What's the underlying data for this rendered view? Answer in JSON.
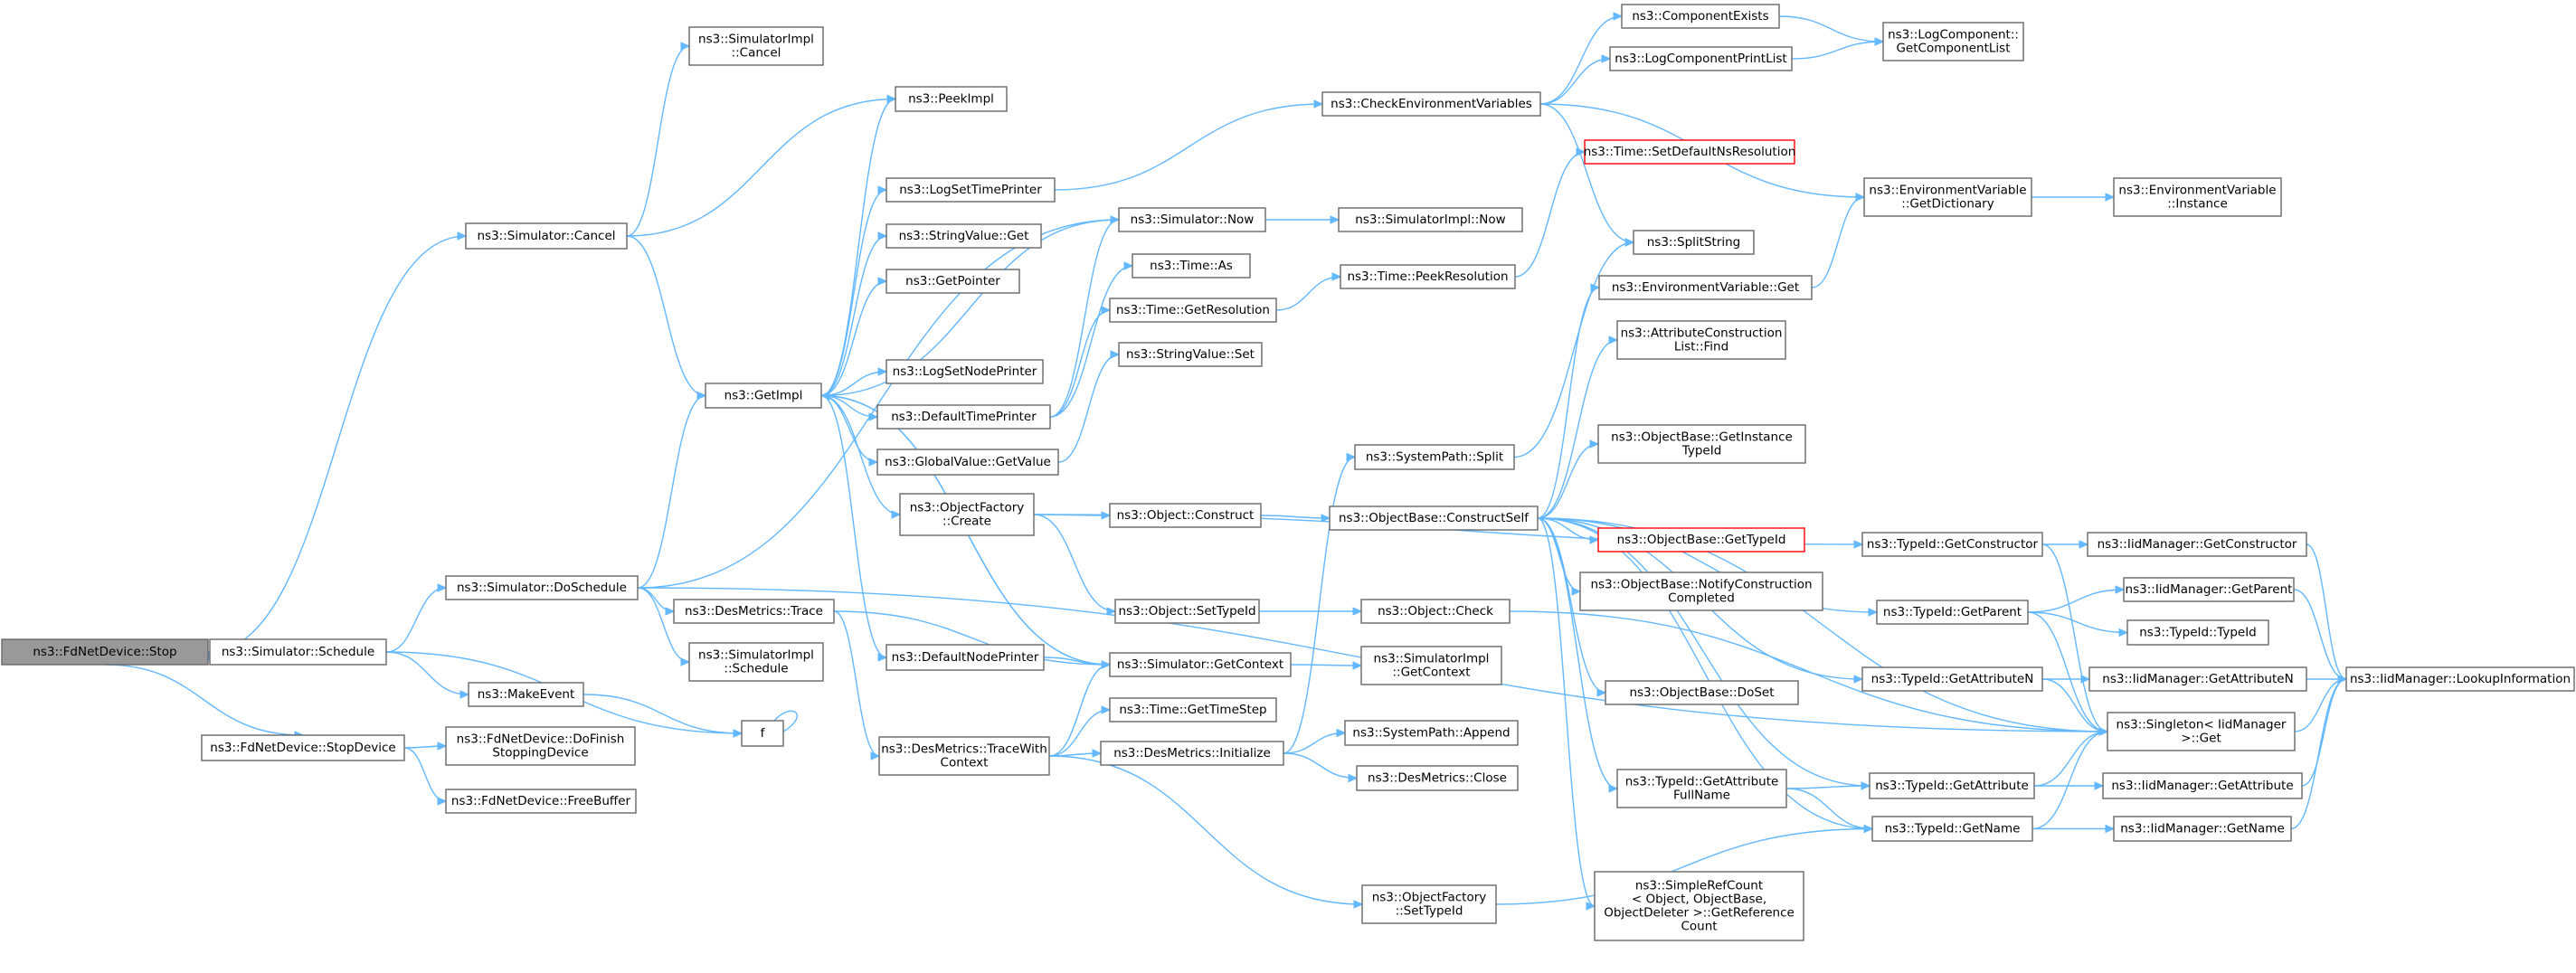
{
  "graph": {
    "colors": {
      "edge": "#63b8ff",
      "node_border": "#666666",
      "root_fill": "#999999",
      "incomplete_border": "#ff0000"
    },
    "nodes": [
      {
        "id": "stop",
        "lines": [
          "ns3::FdNetDevice::Stop"
        ],
        "root": true
      },
      {
        "id": "simcancel",
        "lines": [
          "ns3::Simulator::Cancel"
        ]
      },
      {
        "id": "simschedule",
        "lines": [
          "ns3::Simulator::Schedule"
        ]
      },
      {
        "id": "stopdevice",
        "lines": [
          "ns3::FdNetDevice::StopDevice"
        ]
      },
      {
        "id": "implcancel",
        "lines": [
          "ns3::SimulatorImpl",
          "::Cancel"
        ]
      },
      {
        "id": "peekimpl",
        "lines": [
          "ns3::PeekImpl"
        ]
      },
      {
        "id": "getimpl",
        "lines": [
          "ns3::GetImpl"
        ]
      },
      {
        "id": "doschedule",
        "lines": [
          "ns3::Simulator::DoSchedule"
        ]
      },
      {
        "id": "makeevent",
        "lines": [
          "ns3::MakeEvent"
        ]
      },
      {
        "id": "f",
        "lines": [
          "f"
        ]
      },
      {
        "id": "dofinish",
        "lines": [
          "ns3::FdNetDevice::DoFinish",
          "StoppingDevice"
        ]
      },
      {
        "id": "freebuffer",
        "lines": [
          "ns3::FdNetDevice::FreeBuffer"
        ]
      },
      {
        "id": "logsettime",
        "lines": [
          "ns3::LogSetTimePrinter"
        ]
      },
      {
        "id": "stringget",
        "lines": [
          "ns3::StringValue::Get"
        ]
      },
      {
        "id": "getpointer",
        "lines": [
          "ns3::GetPointer"
        ]
      },
      {
        "id": "logsetnode",
        "lines": [
          "ns3::LogSetNodePrinter"
        ]
      },
      {
        "id": "deftimeprinter",
        "lines": [
          "ns3::DefaultTimePrinter"
        ]
      },
      {
        "id": "globalget",
        "lines": [
          "ns3::GlobalValue::GetValue"
        ]
      },
      {
        "id": "ofcreate",
        "lines": [
          "ns3::ObjectFactory",
          "::Create"
        ]
      },
      {
        "id": "defnodeprinter",
        "lines": [
          "ns3::DefaultNodePrinter"
        ]
      },
      {
        "id": "desmtrace",
        "lines": [
          "ns3::DesMetrics::Trace"
        ]
      },
      {
        "id": "implschedule",
        "lines": [
          "ns3::SimulatorImpl",
          "::Schedule"
        ]
      },
      {
        "id": "tracewith",
        "lines": [
          "ns3::DesMetrics::TraceWith",
          "Context"
        ]
      },
      {
        "id": "simnow",
        "lines": [
          "ns3::Simulator::Now"
        ]
      },
      {
        "id": "timeas",
        "lines": [
          "ns3::Time::As"
        ]
      },
      {
        "id": "timegetres",
        "lines": [
          "ns3::Time::GetResolution"
        ]
      },
      {
        "id": "stringset",
        "lines": [
          "ns3::StringValue::Set"
        ]
      },
      {
        "id": "objconstruct",
        "lines": [
          "ns3::Object::Construct"
        ]
      },
      {
        "id": "objsettypeid",
        "lines": [
          "ns3::Object::SetTypeId"
        ]
      },
      {
        "id": "simgetctx",
        "lines": [
          "ns3::Simulator::GetContext"
        ]
      },
      {
        "id": "timesteps",
        "lines": [
          "ns3::Time::GetTimeStep"
        ]
      },
      {
        "id": "desinit",
        "lines": [
          "ns3::DesMetrics::Initialize"
        ]
      },
      {
        "id": "ofsettypeid",
        "lines": [
          "ns3::ObjectFactory",
          "::SetTypeId"
        ]
      },
      {
        "id": "checkenv",
        "lines": [
          "ns3::CheckEnvironmentVariables"
        ]
      },
      {
        "id": "implnow",
        "lines": [
          "ns3::SimulatorImpl::Now"
        ]
      },
      {
        "id": "timepeekres",
        "lines": [
          "ns3::Time::PeekResolution"
        ]
      },
      {
        "id": "syspathsplit",
        "lines": [
          "ns3::SystemPath::Split"
        ]
      },
      {
        "id": "obconstructself",
        "lines": [
          "ns3::ObjectBase::ConstructSelf"
        ]
      },
      {
        "id": "objcheck",
        "lines": [
          "ns3::Object::Check"
        ]
      },
      {
        "id": "implgetctx",
        "lines": [
          "ns3::SimulatorImpl",
          "::GetContext"
        ]
      },
      {
        "id": "syspathappend",
        "lines": [
          "ns3::SystemPath::Append"
        ]
      },
      {
        "id": "desclose",
        "lines": [
          "ns3::DesMetrics::Close"
        ]
      },
      {
        "id": "compexists",
        "lines": [
          "ns3::ComponentExists"
        ]
      },
      {
        "id": "logcompprint",
        "lines": [
          "ns3::LogComponentPrintList"
        ]
      },
      {
        "id": "setdefns",
        "lines": [
          "ns3::Time::SetDefaultNsResolution"
        ],
        "incomplete": true
      },
      {
        "id": "splitstring",
        "lines": [
          "ns3::SplitString"
        ]
      },
      {
        "id": "envget",
        "lines": [
          "ns3::EnvironmentVariable::Get"
        ]
      },
      {
        "id": "attrfind",
        "lines": [
          "ns3::AttributeConstruction",
          "List::Find"
        ]
      },
      {
        "id": "obgetinst",
        "lines": [
          "ns3::ObjectBase::GetInstance",
          "TypeId"
        ]
      },
      {
        "id": "obgettypeid",
        "lines": [
          "ns3::ObjectBase::GetTypeId"
        ],
        "incomplete": true
      },
      {
        "id": "obnotify",
        "lines": [
          "ns3::ObjectBase::NotifyConstruction",
          "Completed"
        ]
      },
      {
        "id": "obdoset",
        "lines": [
          "ns3::ObjectBase::DoSet"
        ]
      },
      {
        "id": "tidgetattrfull",
        "lines": [
          "ns3::TypeId::GetAttribute",
          "FullName"
        ]
      },
      {
        "id": "simplerefcount",
        "lines": [
          "ns3::SimpleRefCount",
          "< Object, ObjectBase,",
          "ObjectDeleter >::GetReference",
          "Count"
        ]
      },
      {
        "id": "loggetcomplist",
        "lines": [
          "ns3::LogComponent::",
          "GetComponentList"
        ]
      },
      {
        "id": "envgetdict",
        "lines": [
          "ns3::EnvironmentVariable",
          "::GetDictionary"
        ]
      },
      {
        "id": "tidgetctor",
        "lines": [
          "ns3::TypeId::GetConstructor"
        ]
      },
      {
        "id": "tidgetparent",
        "lines": [
          "ns3::TypeId::GetParent"
        ]
      },
      {
        "id": "tidgetattrn",
        "lines": [
          "ns3::TypeId::GetAttributeN"
        ]
      },
      {
        "id": "tidgetattr",
        "lines": [
          "ns3::TypeId::GetAttribute"
        ]
      },
      {
        "id": "tidgetname",
        "lines": [
          "ns3::TypeId::GetName"
        ]
      },
      {
        "id": "envinstance",
        "lines": [
          "ns3::EnvironmentVariable",
          "::Instance"
        ]
      },
      {
        "id": "iidgetctor",
        "lines": [
          "ns3::IidManager::GetConstructor"
        ]
      },
      {
        "id": "iidgetparent",
        "lines": [
          "ns3::IidManager::GetParent"
        ]
      },
      {
        "id": "tidtypeid",
        "lines": [
          "ns3::TypeId::TypeId"
        ]
      },
      {
        "id": "iidgetattrn",
        "lines": [
          "ns3::IidManager::GetAttributeN"
        ]
      },
      {
        "id": "singletonget",
        "lines": [
          "ns3::Singleton< IidManager",
          ">::Get"
        ]
      },
      {
        "id": "iidgetattr",
        "lines": [
          "ns3::IidManager::GetAttribute"
        ]
      },
      {
        "id": "iidgetname",
        "lines": [
          "ns3::IidManager::GetName"
        ]
      },
      {
        "id": "iidlookup",
        "lines": [
          "ns3::IidManager::LookupInformation"
        ]
      }
    ]
  }
}
